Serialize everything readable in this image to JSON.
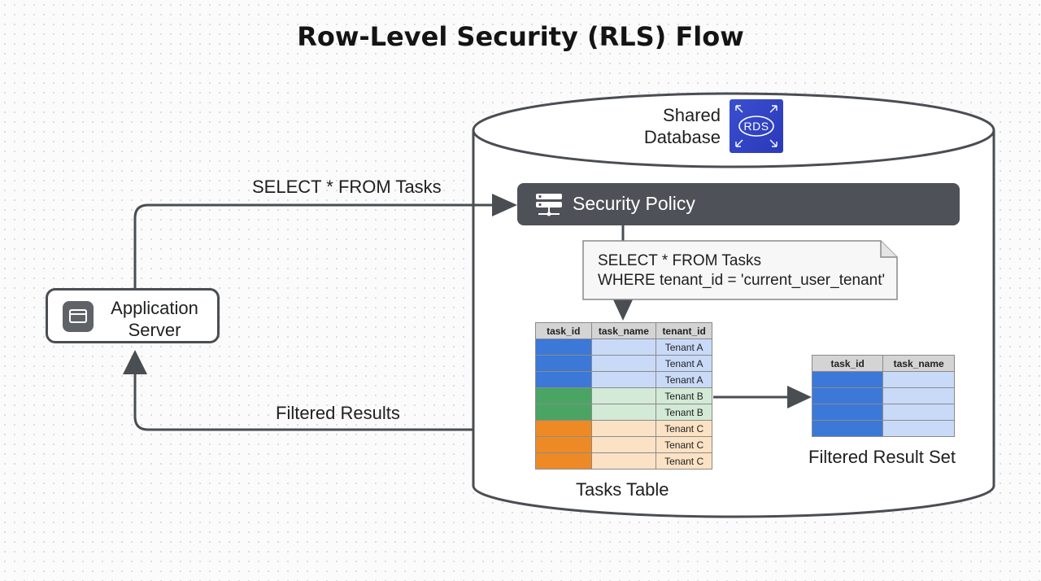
{
  "title": "Row-Level Security (RLS) Flow",
  "app_server": {
    "label_line1": "Application",
    "label_line2": "Server",
    "icon": "browser-window-icon"
  },
  "database": {
    "label_line1": "Shared",
    "label_line2": "Database",
    "icon_text": "RDS",
    "icon": "rds-icon"
  },
  "request_label": "SELECT * FROM Tasks",
  "response_label": "Filtered Results",
  "security_policy": {
    "label": "Security Policy",
    "icon": "server-rack-icon"
  },
  "rewritten_query": {
    "line1": "SELECT * FROM Tasks",
    "line2": "WHERE tenant_id = 'current_user_tenant'"
  },
  "tasks_table": {
    "caption": "Tasks Table",
    "headers": [
      "task_id",
      "task_name",
      "tenant_id"
    ],
    "rows": [
      {
        "tenant": "Tenant A",
        "color": "#3c78d8",
        "light": "#c9daf8"
      },
      {
        "tenant": "Tenant A",
        "color": "#3c78d8",
        "light": "#c9daf8"
      },
      {
        "tenant": "Tenant A",
        "color": "#3c78d8",
        "light": "#c9daf8"
      },
      {
        "tenant": "Tenant B",
        "color": "#4aa564",
        "light": "#d3ead6"
      },
      {
        "tenant": "Tenant B",
        "color": "#4aa564",
        "light": "#d3ead6"
      },
      {
        "tenant": "Tenant C",
        "color": "#ee8a26",
        "light": "#fbe2c4"
      },
      {
        "tenant": "Tenant C",
        "color": "#ee8a26",
        "light": "#fbe2c4"
      },
      {
        "tenant": "Tenant C",
        "color": "#ee8a26",
        "light": "#fbe2c4"
      }
    ]
  },
  "result_table": {
    "caption": "Filtered Result Set",
    "headers": [
      "task_id",
      "task_name"
    ],
    "row_count": 4,
    "color": "#3c78d8",
    "light": "#c9daf8"
  },
  "colors": {
    "line": "#4a4d52",
    "policy_bg": "#4e5258",
    "rds": "#2f44c4"
  }
}
